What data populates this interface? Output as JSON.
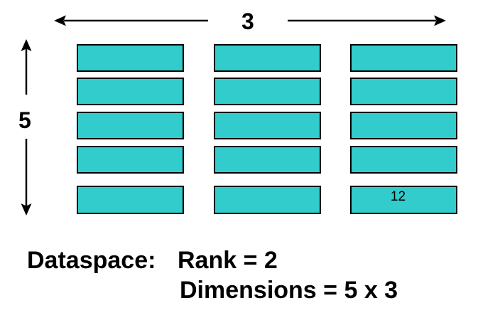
{
  "diagram": {
    "arrows": {
      "top_label": "3",
      "left_label": "5"
    },
    "grid": {
      "rows": 5,
      "cols": 3,
      "cell_color": "#33CCCC",
      "labeled_cell": {
        "row": 5,
        "col": 3,
        "label": "12"
      }
    },
    "caption": {
      "title": "Dataspace:",
      "rank": "Rank = 2",
      "dimensions": "Dimensions = 5 x 3"
    },
    "colors": {
      "background": "#FFFFFF",
      "ink": "#000000"
    }
  }
}
